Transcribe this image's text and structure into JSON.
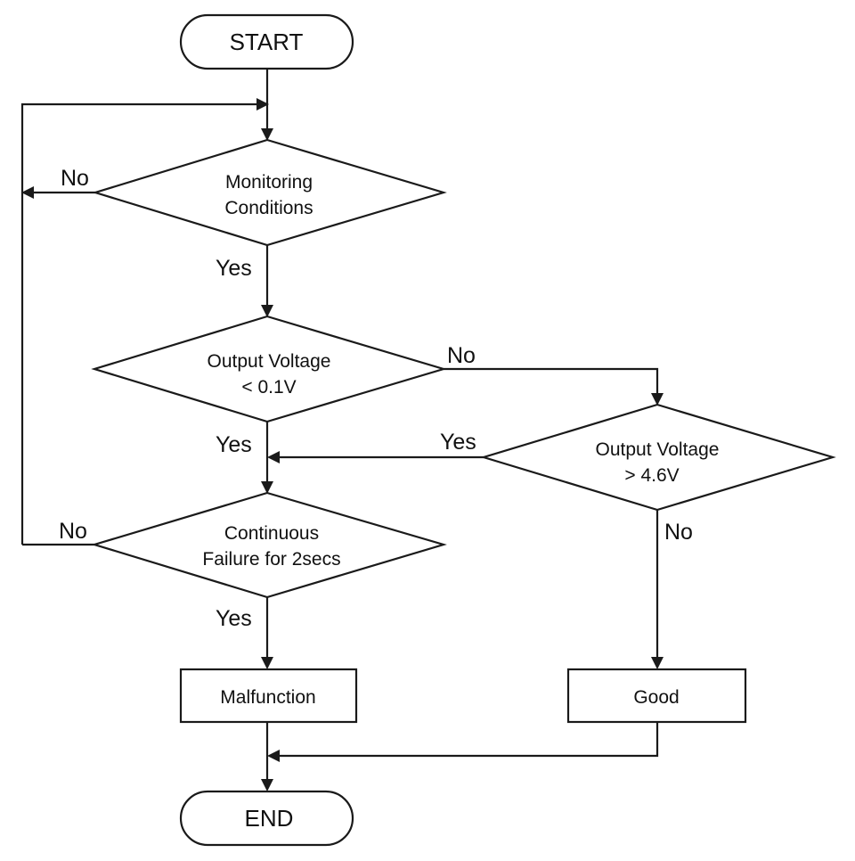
{
  "nodes": {
    "start": {
      "label": "START"
    },
    "monitoring": {
      "lines": [
        "Monitoring",
        "Conditions"
      ]
    },
    "low_voltage": {
      "lines": [
        "Output Voltage",
        "< 0.1V"
      ]
    },
    "high_voltage": {
      "lines": [
        "Output Voltage",
        "> 4.6V"
      ]
    },
    "continuous": {
      "lines": [
        "Continuous",
        "Failure for 2secs"
      ]
    },
    "malfunction": {
      "label": "Malfunction"
    },
    "good": {
      "label": "Good"
    },
    "end": {
      "label": "END"
    }
  },
  "edges": {
    "monitoring_no": "No",
    "monitoring_yes": "Yes",
    "low_voltage_no": "No",
    "low_voltage_yes": "Yes",
    "high_voltage_yes": "Yes",
    "high_voltage_no": "No",
    "continuous_no": "No",
    "continuous_yes": "Yes"
  }
}
